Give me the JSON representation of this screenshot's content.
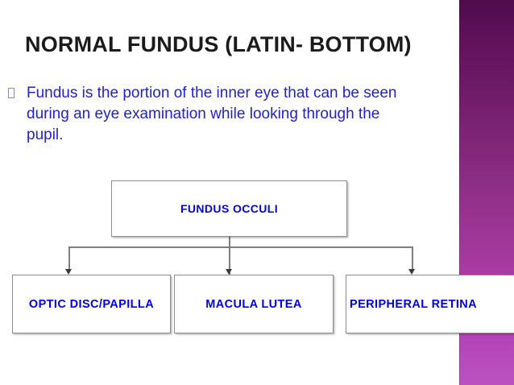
{
  "slide": {
    "title": "NORMAL FUNDUS (LATIN- BOTTOM)",
    "background_color": "#ffffff",
    "accent_band": {
      "name": "purple-gradient-band",
      "color_top": "#4e0c4c",
      "color_mid": "#8e2e86",
      "color_bottom": "#b444b8"
    },
    "title_color": "#1b1b1b"
  },
  "body": {
    "bullet_glyph": "missing-glyph-box",
    "bullet_text": "Fundus is the portion of the inner eye that can be seen during an eye examination while looking through the pupil.",
    "text_color": "#2222cc"
  },
  "diagram": {
    "type": "flowchart",
    "node_text_color": "#0000e0",
    "node_border_color": "#8d8d8d",
    "connector_color": "#7f7f7f",
    "root": {
      "label": "FUNDUS OCCULI"
    },
    "children": [
      {
        "label": "OPTIC DISC/PAPILLA"
      },
      {
        "label": "MACULA LUTEA"
      },
      {
        "label": "PERIPHERAL RETINA"
      }
    ]
  }
}
